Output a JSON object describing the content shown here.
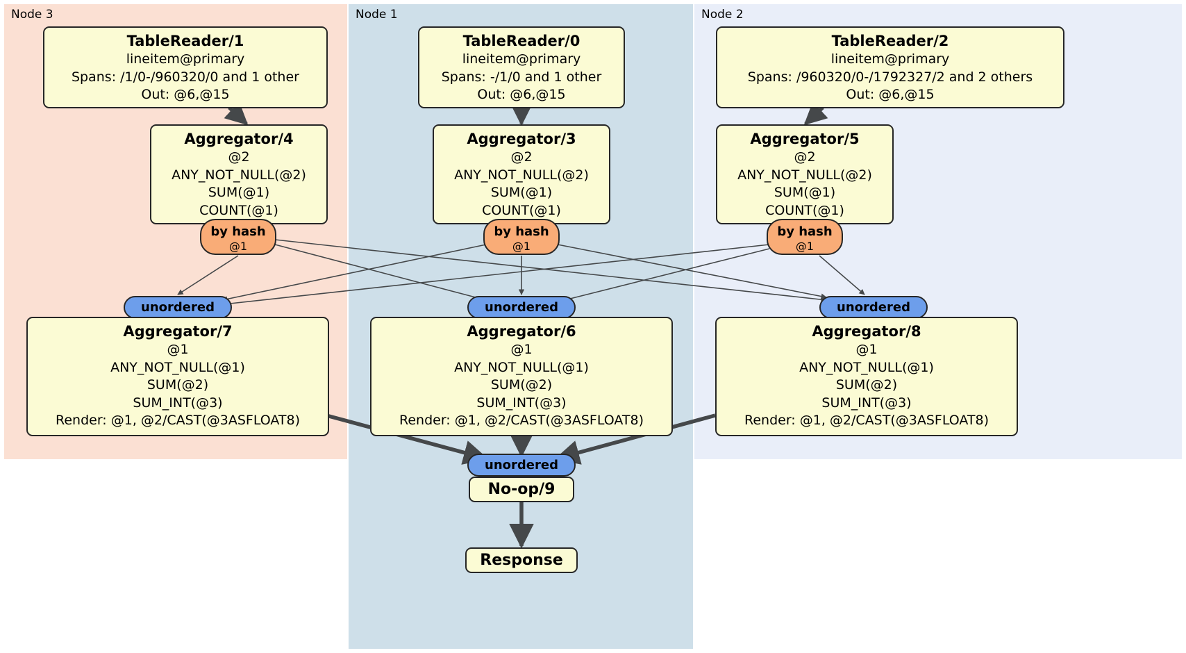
{
  "diagram": {
    "type": "distributed-query-plan",
    "colors": {
      "node3_bg": "#fbe0d3",
      "node1_bg": "#cedfe9",
      "node2_bg": "#e9eef9",
      "processor_bg": "#fbfbd4",
      "processor_border": "#262626",
      "hash_router_bg": "#f9ac77",
      "unordered_sync_bg": "#6d9eeb",
      "edge": "#45484a"
    },
    "regions": [
      {
        "id": "node3",
        "label": "Node 3"
      },
      {
        "id": "node1",
        "label": "Node 1"
      },
      {
        "id": "node2",
        "label": "Node 2"
      }
    ],
    "processors": {
      "tablereader1": {
        "title": "TableReader/1",
        "lines": [
          "lineitem@primary",
          "Spans: /1/0-/960320/0 and 1 other",
          "Out: @6,@15"
        ]
      },
      "tablereader0": {
        "title": "TableReader/0",
        "lines": [
          "lineitem@primary",
          "Spans: -/1/0 and 1 other",
          "Out: @6,@15"
        ]
      },
      "tablereader2": {
        "title": "TableReader/2",
        "lines": [
          "lineitem@primary",
          "Spans: /960320/0-/1792327/2 and 2 others",
          "Out: @6,@15"
        ]
      },
      "aggregator4": {
        "title": "Aggregator/4",
        "lines": [
          "@2",
          "ANY_NOT_NULL(@2)",
          "SUM(@1)",
          "COUNT(@1)"
        ]
      },
      "aggregator3": {
        "title": "Aggregator/3",
        "lines": [
          "@2",
          "ANY_NOT_NULL(@2)",
          "SUM(@1)",
          "COUNT(@1)"
        ]
      },
      "aggregator5": {
        "title": "Aggregator/5",
        "lines": [
          "@2",
          "ANY_NOT_NULL(@2)",
          "SUM(@1)",
          "COUNT(@1)"
        ]
      },
      "aggregator7": {
        "title": "Aggregator/7",
        "lines": [
          "@1",
          "ANY_NOT_NULL(@1)",
          "SUM(@2)",
          "SUM_INT(@3)",
          "Render: @1, @2/CAST(@3ASFLOAT8)"
        ]
      },
      "aggregator6": {
        "title": "Aggregator/6",
        "lines": [
          "@1",
          "ANY_NOT_NULL(@1)",
          "SUM(@2)",
          "SUM_INT(@3)",
          "Render: @1, @2/CAST(@3ASFLOAT8)"
        ]
      },
      "aggregator8": {
        "title": "Aggregator/8",
        "lines": [
          "@1",
          "ANY_NOT_NULL(@1)",
          "SUM(@2)",
          "SUM_INT(@3)",
          "Render: @1, @2/CAST(@3ASFLOAT8)"
        ]
      },
      "noop9": {
        "title": "No-op/9"
      },
      "response": {
        "title": "Response"
      }
    },
    "routers": {
      "hash4": {
        "label": "by hash",
        "sublabel": "@1"
      },
      "hash3": {
        "label": "by hash",
        "sublabel": "@1"
      },
      "hash5": {
        "label": "by hash",
        "sublabel": "@1"
      }
    },
    "synchronizers": {
      "unord7": {
        "label": "unordered"
      },
      "unord6": {
        "label": "unordered"
      },
      "unord8": {
        "label": "unordered"
      },
      "unord9": {
        "label": "unordered"
      }
    }
  }
}
